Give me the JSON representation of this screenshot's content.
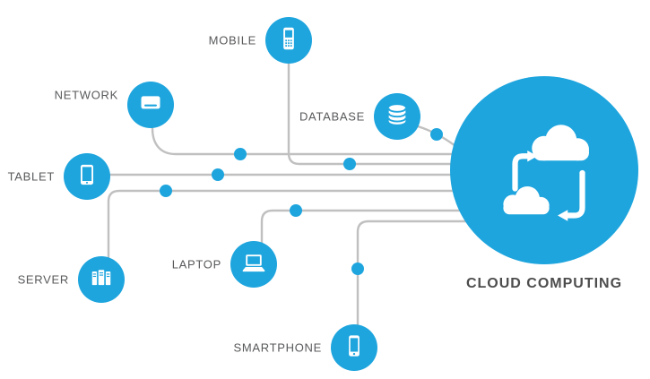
{
  "diagram": {
    "hub": {
      "id": "cloud",
      "label": "CLOUD COMPUTING",
      "icon": "cloud-sync-icon"
    },
    "nodes": [
      {
        "id": "mobile",
        "label": "MOBILE",
        "icon": "mobile-phone-icon"
      },
      {
        "id": "network",
        "label": "NETWORK",
        "icon": "network-drive-icon"
      },
      {
        "id": "database",
        "label": "DATABASE",
        "icon": "database-icon"
      },
      {
        "id": "tablet",
        "label": "TABLET",
        "icon": "tablet-icon"
      },
      {
        "id": "server",
        "label": "SERVER",
        "icon": "server-rack-icon"
      },
      {
        "id": "laptop",
        "label": "LAPTOP",
        "icon": "laptop-icon"
      },
      {
        "id": "smartphone",
        "label": "SMARTPHONE",
        "icon": "smartphone-icon"
      }
    ],
    "connections": [
      {
        "from": "mobile",
        "to": "cloud"
      },
      {
        "from": "network",
        "to": "cloud"
      },
      {
        "from": "database",
        "to": "cloud"
      },
      {
        "from": "tablet",
        "to": "cloud"
      },
      {
        "from": "server",
        "to": "cloud"
      },
      {
        "from": "laptop",
        "to": "cloud"
      },
      {
        "from": "smartphone",
        "to": "cloud"
      }
    ]
  },
  "colors": {
    "accent": "#1ea5de",
    "line": "#c0c0c0",
    "label": "#58595b",
    "hub_label": "#4d4d4d",
    "background": "#ffffff"
  }
}
